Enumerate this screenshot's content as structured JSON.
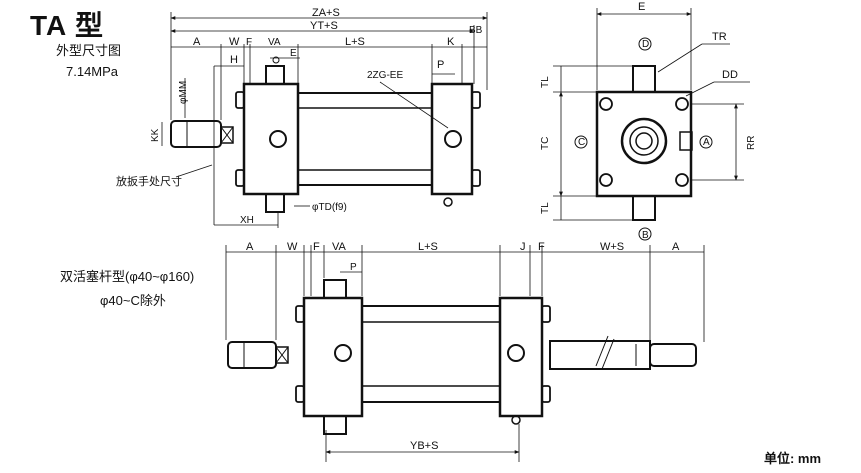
{
  "header": {
    "title": "TA 型",
    "subtitle": "外型尺寸图",
    "pressure": "7.14MPa"
  },
  "double_rod": {
    "title": "双活塞杆型(φ40~φ160)",
    "note": "φ40~C除外"
  },
  "unit_label": "单位: mm",
  "dims": {
    "za_s": "ZA+S",
    "yt_s": "YT+S",
    "a": "A",
    "w": "W",
    "f": "F",
    "va": "VA",
    "l_s": "L+S",
    "k": "K",
    "bb": "BB",
    "h": "H",
    "e_small": "E",
    "p": "P",
    "zzg_ee": "2ZG-EE",
    "mm": "φMM",
    "kk": "KK",
    "xh": "XH",
    "td": "φTD(f9)",
    "wrench": "放扳手处尺寸",
    "e": "E",
    "tr": "TR",
    "dd": "DD",
    "tl": "TL",
    "tc": "TC",
    "rr": "RR",
    "port_d": "D",
    "port_c": "C",
    "port_a": "A",
    "port_b": "B",
    "j": "J",
    "w_s": "W+S",
    "yb_s": "YB+S"
  }
}
